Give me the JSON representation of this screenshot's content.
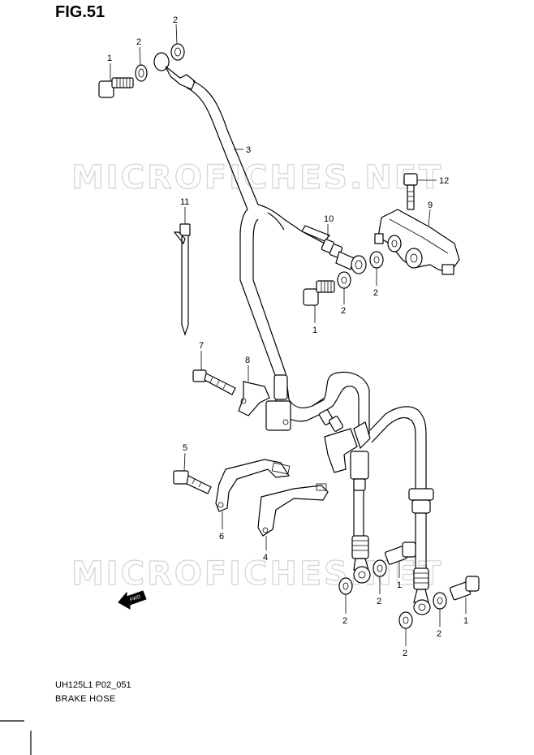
{
  "figure": {
    "title": "FIG.51",
    "code": "UH125L1 P02_051",
    "caption": "BRAKE  HOSE"
  },
  "watermark": {
    "text": "MICROFICHES.NET"
  },
  "fwd_marker": {
    "label": "FWD"
  },
  "callouts": [
    {
      "id": "c1a",
      "label": "1"
    },
    {
      "id": "c2a",
      "label": "2"
    },
    {
      "id": "c2b",
      "label": "2"
    },
    {
      "id": "c3",
      "label": "3"
    },
    {
      "id": "c12",
      "label": "12"
    },
    {
      "id": "c11",
      "label": "11"
    },
    {
      "id": "c10",
      "label": "10"
    },
    {
      "id": "c9",
      "label": "9"
    },
    {
      "id": "c2c",
      "label": "2"
    },
    {
      "id": "c2d",
      "label": "2"
    },
    {
      "id": "c1b",
      "label": "1"
    },
    {
      "id": "c7",
      "label": "7"
    },
    {
      "id": "c8",
      "label": "8"
    },
    {
      "id": "c5",
      "label": "5"
    },
    {
      "id": "c6",
      "label": "6"
    },
    {
      "id": "c4",
      "label": "4"
    },
    {
      "id": "c1c",
      "label": "1"
    },
    {
      "id": "c2e",
      "label": "2"
    },
    {
      "id": "c2f",
      "label": "2"
    },
    {
      "id": "c2g",
      "label": "2"
    },
    {
      "id": "c2h",
      "label": "2"
    },
    {
      "id": "c1d",
      "label": "1"
    }
  ]
}
